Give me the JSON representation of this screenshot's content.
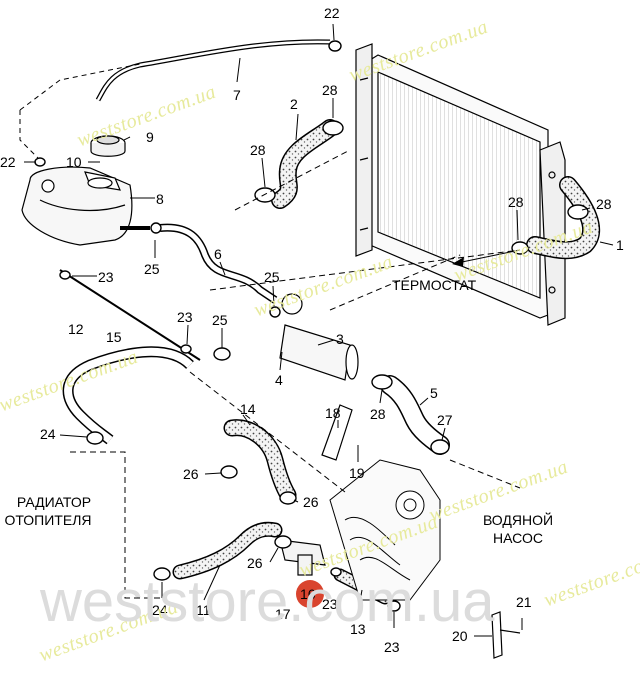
{
  "diagram": {
    "callouts": [
      {
        "id": "c22a",
        "text": "22"
      },
      {
        "id": "c7",
        "text": "7"
      },
      {
        "id": "c22b",
        "text": "22"
      },
      {
        "id": "c10",
        "text": "10"
      },
      {
        "id": "c9",
        "text": "9"
      },
      {
        "id": "c8",
        "text": "8"
      },
      {
        "id": "c2",
        "text": "2"
      },
      {
        "id": "c28a",
        "text": "28"
      },
      {
        "id": "c28b",
        "text": "28"
      },
      {
        "id": "c28c",
        "text": "28"
      },
      {
        "id": "c28d",
        "text": "28"
      },
      {
        "id": "c1",
        "text": "1"
      },
      {
        "id": "c25a",
        "text": "25"
      },
      {
        "id": "c6",
        "text": "6"
      },
      {
        "id": "c25b",
        "text": "25"
      },
      {
        "id": "c23a",
        "text": "23"
      },
      {
        "id": "c12",
        "text": "12"
      },
      {
        "id": "c15",
        "text": "15"
      },
      {
        "id": "c23b",
        "text": "23"
      },
      {
        "id": "c25c",
        "text": "25"
      },
      {
        "id": "c3",
        "text": "3"
      },
      {
        "id": "c4",
        "text": "4"
      },
      {
        "id": "c28e",
        "text": "28"
      },
      {
        "id": "c5",
        "text": "5"
      },
      {
        "id": "c14",
        "text": "14"
      },
      {
        "id": "c18",
        "text": "18"
      },
      {
        "id": "c27",
        "text": "27"
      },
      {
        "id": "c24a",
        "text": "24"
      },
      {
        "id": "c19",
        "text": "19"
      },
      {
        "id": "c26a",
        "text": "26"
      },
      {
        "id": "c26b",
        "text": "26"
      },
      {
        "id": "c26c",
        "text": "26"
      },
      {
        "id": "c24b",
        "text": "24"
      },
      {
        "id": "c11",
        "text": "11"
      },
      {
        "id": "c17",
        "text": "17"
      },
      {
        "id": "c16",
        "text": "16"
      },
      {
        "id": "c23c",
        "text": "23"
      },
      {
        "id": "c13",
        "text": "13"
      },
      {
        "id": "c23d",
        "text": "23"
      },
      {
        "id": "c21",
        "text": "21"
      },
      {
        "id": "c20",
        "text": "20"
      }
    ],
    "labels": {
      "thermostat": "ТЕРМОСТАТ",
      "heater_radiator_line1": "РАДИАТОР",
      "heater_radiator_line2": "ОТОПИТЕЛЯ",
      "water_pump_line1": "ВОДЯНОЙ",
      "water_pump_line2": "НАСОС"
    },
    "watermark": {
      "small": "weststore.com.ua",
      "large": "weststore.com.ua"
    },
    "colors": {
      "line": "#000000",
      "hose_fill": "#f2f2f2",
      "badge": "#d9442e",
      "watermark": "#e7ea9c",
      "watermark_large": "#dcdcdc"
    }
  }
}
